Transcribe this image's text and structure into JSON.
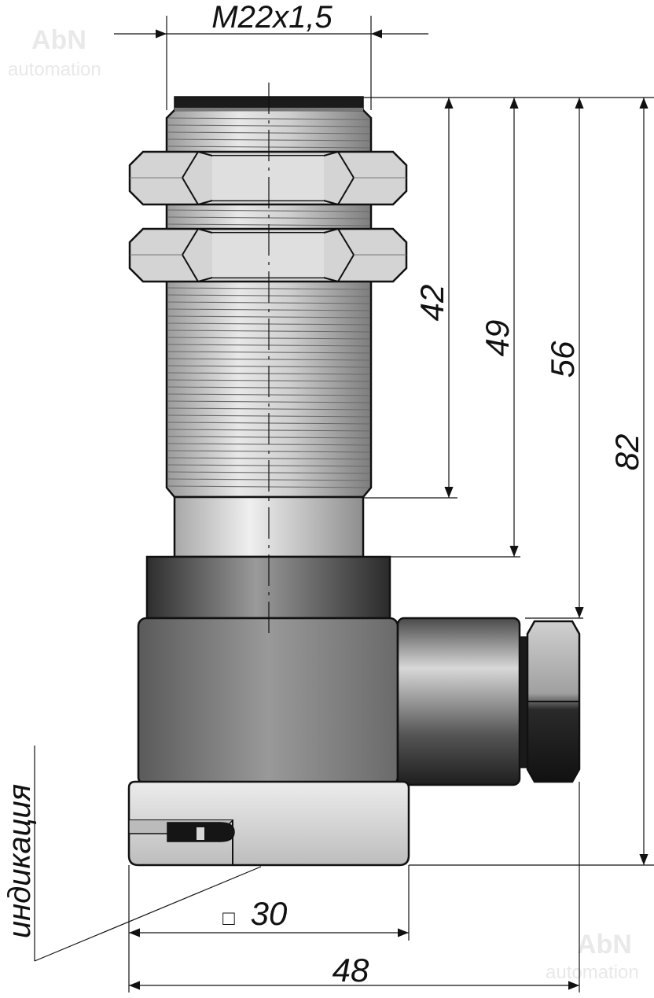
{
  "watermark": {
    "brand": "AbN",
    "sub": "automation"
  },
  "thread_label": "M22x1,5",
  "dimensions": {
    "d42": "42",
    "d49": "49",
    "d56": "56",
    "d82": "82",
    "square30_symbol": "□",
    "square30": "30",
    "d48": "48"
  },
  "indicator_label": "индикация",
  "colors": {
    "metal_light": "#d6d6d6",
    "metal_dark": "#3a3a3a",
    "housing": "#8a8a8a",
    "lines": "#111111"
  }
}
